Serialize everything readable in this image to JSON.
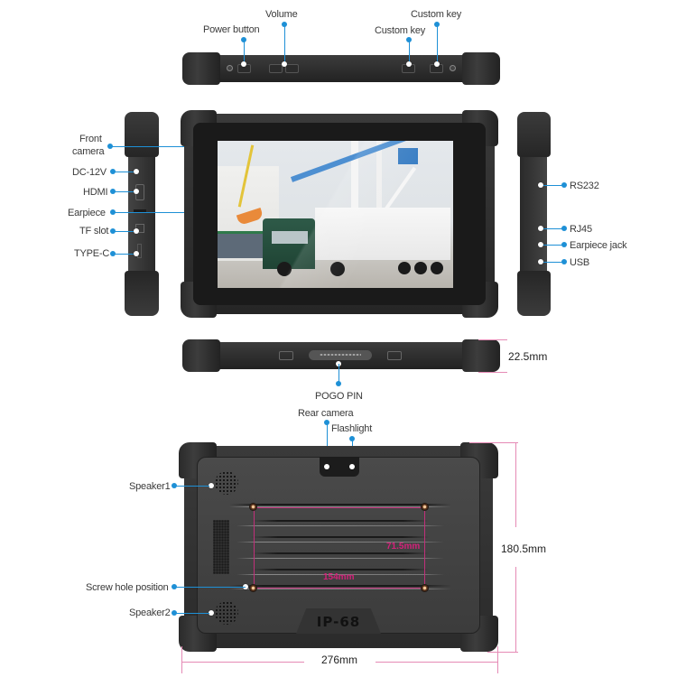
{
  "top_view": {
    "labels": {
      "power_button": "Power button",
      "volume": "Volume",
      "custom_key_1": "Custom key",
      "custom_key_2": "Custom key"
    }
  },
  "left_side_view": {
    "labels": {
      "front_camera": "Front\ncamera",
      "front_camera_line1": "Front",
      "front_camera_line2": "camera",
      "dc_12v": "DC-12V",
      "hdmi": "HDMI",
      "earpiece": "Earpiece",
      "tf_slot": "TF slot",
      "type_c": "TYPE-C"
    }
  },
  "right_side_view": {
    "labels": {
      "rs232": "RS232",
      "rj45": "RJ45",
      "earpiece_jack": "Earpiece jack",
      "usb": "USB"
    }
  },
  "front_view": {
    "screen_image": "port-crane-and-truck-photo"
  },
  "bottom_view": {
    "labels": {
      "pogo_pin": "POGO PIN"
    },
    "thickness": "22.5mm"
  },
  "rear_view": {
    "labels": {
      "rear_camera": "Rear camera",
      "flashlight": "Flashlight",
      "speaker1": "Speaker1",
      "screw_hole_position": "Screw hole position",
      "speaker2": "Speaker2"
    },
    "badge": "IP-68",
    "mount_width": "154mm",
    "mount_height": "71.5mm",
    "height": "180.5mm",
    "width": "276mm"
  },
  "colors": {
    "leader_line": "#1e90d6",
    "dimension_line": "#e58ab5",
    "mount_dimension": "#d4217a",
    "device_body": "#2e2e2e"
  }
}
